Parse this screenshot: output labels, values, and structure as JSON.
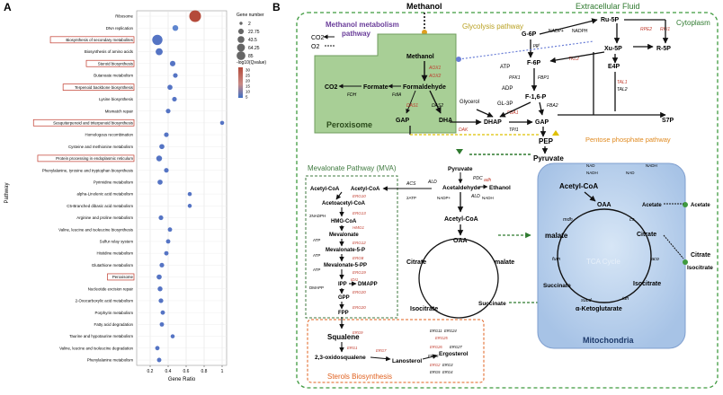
{
  "panelA": {
    "label": "A",
    "ylabel": "Pathway",
    "xlabel": "Gene Ratio",
    "xticks": [
      "0.2",
      "0.4",
      "0.6",
      "0.8",
      "1"
    ],
    "legend": {
      "size_title": "Gene number",
      "size_values": [
        "2",
        "22.75",
        "43.5",
        "64.25",
        "85"
      ],
      "color_title": "-log10(Qvalue)",
      "color_values": [
        "30",
        "25",
        "20",
        "15",
        "10",
        "5"
      ]
    }
  },
  "chart_data": {
    "type": "scatter",
    "xlabel": "Gene Ratio",
    "ylabel": "Pathway",
    "xlim": [
      0.05,
      1.05
    ],
    "size_legend_title": "Gene number",
    "color_legend_title": "-log10(Qvalue)",
    "points": [
      {
        "pathway": "Ribosome",
        "x": 0.7,
        "genes": 85,
        "q": 30,
        "boxed": false
      },
      {
        "pathway": "DNA replication",
        "x": 0.48,
        "genes": 10,
        "q": 6,
        "boxed": false
      },
      {
        "pathway": "Biosynthesis of secondary metabolites",
        "x": 0.28,
        "genes": 60,
        "q": 4,
        "boxed": true
      },
      {
        "pathway": "Biosynthesis of amino acids",
        "x": 0.3,
        "genes": 20,
        "q": 3,
        "boxed": false
      },
      {
        "pathway": "Steroid biosynthesis",
        "x": 0.45,
        "genes": 8,
        "q": 3,
        "boxed": true
      },
      {
        "pathway": "Butanoate metabolism",
        "x": 0.48,
        "genes": 4,
        "q": 3,
        "boxed": false
      },
      {
        "pathway": "Terpenoid backbone biosynthesis",
        "x": 0.42,
        "genes": 6,
        "q": 3,
        "boxed": true
      },
      {
        "pathway": "Lysine biosynthesis",
        "x": 0.47,
        "genes": 4,
        "q": 3,
        "boxed": false
      },
      {
        "pathway": "Mismatch repair",
        "x": 0.4,
        "genes": 4,
        "q": 2,
        "boxed": false
      },
      {
        "pathway": "Sesquiterpenoid and triterpenoid biosynthesis",
        "x": 1.0,
        "genes": 2,
        "q": 2,
        "boxed": true
      },
      {
        "pathway": "Homologous recombination",
        "x": 0.38,
        "genes": 4,
        "q": 2,
        "boxed": false
      },
      {
        "pathway": "Cysteine and methionine metabolism",
        "x": 0.33,
        "genes": 6,
        "q": 2,
        "boxed": false
      },
      {
        "pathway": "Protein processing in endoplasmic reticulum",
        "x": 0.3,
        "genes": 10,
        "q": 2,
        "boxed": true
      },
      {
        "pathway": "Phenylalanine, tyrosine and tryptophan biosynthesis",
        "x": 0.38,
        "genes": 4,
        "q": 2,
        "boxed": false
      },
      {
        "pathway": "Pyrimidine metabolism",
        "x": 0.31,
        "genes": 6,
        "q": 2,
        "boxed": false
      },
      {
        "pathway": "alpha-Linolenic acid metabolism",
        "x": 0.64,
        "genes": 2,
        "q": 2,
        "boxed": false
      },
      {
        "pathway": "C5-Branched dibasic acid metabolism",
        "x": 0.64,
        "genes": 2,
        "q": 2,
        "boxed": false
      },
      {
        "pathway": "Arginine and proline metabolism",
        "x": 0.32,
        "genes": 4,
        "q": 2,
        "boxed": false
      },
      {
        "pathway": "Valine, leucine and isoleucine biosynthesis",
        "x": 0.42,
        "genes": 3,
        "q": 2,
        "boxed": false
      },
      {
        "pathway": "Sulfur relay system",
        "x": 0.4,
        "genes": 3,
        "q": 2,
        "boxed": false
      },
      {
        "pathway": "Histidine metabolism",
        "x": 0.38,
        "genes": 3,
        "q": 2,
        "boxed": false
      },
      {
        "pathway": "Glutathione metabolism",
        "x": 0.33,
        "genes": 4,
        "q": 2,
        "boxed": false
      },
      {
        "pathway": "Peroxisome",
        "x": 0.3,
        "genes": 6,
        "q": 2,
        "boxed": true
      },
      {
        "pathway": "Nucleotide excision repair",
        "x": 0.31,
        "genes": 5,
        "q": 2,
        "boxed": false
      },
      {
        "pathway": "2-Oxocarboxylic acid metabolism",
        "x": 0.32,
        "genes": 4,
        "q": 2,
        "boxed": false
      },
      {
        "pathway": "Porphyrin metabolism",
        "x": 0.34,
        "genes": 3,
        "q": 2,
        "boxed": false
      },
      {
        "pathway": "Fatty acid degradation",
        "x": 0.33,
        "genes": 3,
        "q": 2,
        "boxed": false
      },
      {
        "pathway": "Taurine and hypotaurine metabolism",
        "x": 0.45,
        "genes": 2,
        "q": 2,
        "boxed": false
      },
      {
        "pathway": "Valine, leucine and isoleucine degradation",
        "x": 0.28,
        "genes": 3,
        "q": 2,
        "boxed": false
      },
      {
        "pathway": "Phenylalanine metabolism",
        "x": 0.3,
        "genes": 3,
        "q": 2,
        "boxed": false
      }
    ]
  },
  "panelB": {
    "label": "B",
    "methanol": "Methanol",
    "extracellular": "Extracellular Fluid",
    "cytoplasm": "Cytoplasm",
    "mm_title": "Methanol metabolism pathway",
    "glyco_title": "Glycolysis pathway",
    "ppp_title": "Pentose phosphate pathway",
    "peroxisome": "Peroxisome",
    "mva_title": "Mevalonate Pathway (MVA)",
    "tca_title": "TCA Cycle",
    "mito_title": "Mitochondria",
    "sterol_title": "Sterols Biosynthesis",
    "colors": {
      "outer": "#3f9a3f",
      "perox": "#a8cf96",
      "mito": "#b8d0ec",
      "gene": "#c0392b",
      "orange": "#e08a20",
      "tca": "#6ea8d8"
    },
    "labels": {
      "co2": "CO2",
      "o2": "O2",
      "methanol_in": "Methanol",
      "formate": "Formate",
      "formaldehyde": "Formaldehyde",
      "co2b": "CO2",
      "fdh": "FDH",
      "fald": "FdlA",
      "gap1": "GAP",
      "dha": "DHA",
      "das2": "DAS2",
      "dak": "DAK",
      "dhap": "DHAP",
      "aox1": "AOX1",
      "aox2": "AOX2",
      "das1": "DAS1",
      "g6p": "G-6P",
      "f6p": "F-6P",
      "f16p": "F-1,6-P",
      "ru5p": "Ru-5P",
      "xu5p": "Xu-5P",
      "r5p": "R-5P",
      "e4p": "E4P",
      "s7p": "S7P",
      "gap2": "GAP",
      "pep": "PEP",
      "pyruvate": "Pyruvate",
      "atp": "ATP",
      "adp": "ADP",
      "glycerol": "Glycerol",
      "gl3p": "GL-3P",
      "tpi1": "TPI1",
      "fba2": "FBA2",
      "fba1": "FBA1",
      "pfk1": "PFK1",
      "fbp1": "FBP1",
      "gpi": "pgi",
      "nadp1": "NADP+",
      "nadph": "NADPH",
      "rpe2": "RPE2",
      "rki1": "RKI1",
      "tkl2": "TKL2",
      "tal1": "TAL1",
      "tal2": "TAL2",
      "tkl1": "TKL1",
      "zwf": "ZWF1",
      "gnd": "GND1",
      "pyruvate2": "Pyruvate",
      "acetaldehyde": "Acetaldehyde",
      "ethanol": "Ethanol",
      "pdc": "PDC",
      "adh": "adh",
      "ald": "ALD",
      "acs": "ACS",
      "nadp2": "NADP+",
      "nadh": "NADH",
      "ald2": "ALD",
      "acetylcoa1": "Acetyl-CoA",
      "acetylcoa2": "Acetyl-CoA",
      "oaa1": "OAA",
      "citrate1": "Citrate",
      "malate1": "malate",
      "isocitrate1": "Isocitrate",
      "succinate1": "Succinate",
      "acetylcoa3": "Acetyl-CoA",
      "oaa2": "OAA",
      "citrate2": "Citrate",
      "isocitrate2": "Isocitrate",
      "akg": "α-Ketoglutarate",
      "succinate2": "Succinate",
      "malate2": "malate",
      "mdh": "mdh",
      "cs": "cs",
      "aco": "aco",
      "idh": "idh",
      "sucd": "sucd",
      "fum": "fum",
      "acetate1": "Acetate",
      "acetate2": "Acetate",
      "citrate3": "Citrate",
      "isocitrate3": "Isocitrate",
      "nad1": "NAD",
      "nadh1": "NADH",
      "nad2": "NAD",
      "nadh2": "NADH",
      "mva_acc": "Acetyl-CoA",
      "mva_acc2": "Acetyl-CoA",
      "mva_aac": "Acetoacetyl-CoA",
      "mva_hmg": "HMG-CoA",
      "mva_mev": "Mevalonate",
      "mva_mev5p": "Mevalonate-5-P",
      "mva_mev5pp": "Mevalonate-5-PP",
      "mva_ipp": "IPP",
      "mva_dmapp": "DMAPP",
      "mva_dmapp2": "DMAPP",
      "mva_gpp": "GPP",
      "mva_fpp": "FPP",
      "mva_atp1": "ATP",
      "mva_atp2": "ATP",
      "mva_atp3": "ATP",
      "mva_nadph": "2NADPH",
      "mva_2atp": "2ATP",
      "erg10": "ERG10",
      "erg13": "ERG13",
      "hmg1": "HMG1",
      "hmg2": "HMG2",
      "erg12": "ERG12",
      "erg8": "ERG8",
      "mvd": "MVD",
      "erg19": "ERG19",
      "idi1": "IDI1",
      "erg20": "ERG20",
      "erg20b": "ERG20",
      "squalene": "Squalene",
      "oxidosqualene": "2,3-oxidosqualene",
      "lanosterol": "Lanosterol",
      "ergosterol": "Ergosterol",
      "erg9": "ERG9",
      "erg1": "ERG1",
      "erg7": "ERG7",
      "erg11": "ERG11",
      "erg24": "ERG24",
      "erg25": "ERG25",
      "erg26": "ERG26",
      "erg27": "ERG27",
      "erg6": "ERG6",
      "erg2": "ERG2",
      "erg3": "ERG3",
      "erg5": "ERG5",
      "erg4": "ERG4"
    }
  }
}
